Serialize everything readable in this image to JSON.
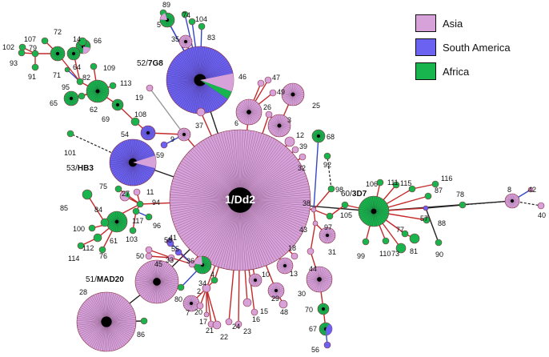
{
  "legend": [
    {
      "label": "Asia",
      "color": "#d7a1da"
    },
    {
      "label": "South America",
      "color": "#6b62f2"
    },
    {
      "label": "Africa",
      "color": "#18b44e"
    }
  ],
  "center_label": "1/Dd2",
  "named_haplotypes": [
    {
      "num": "52",
      "name": "7G8"
    },
    {
      "num": "53",
      "name": "HB3"
    },
    {
      "num": "60",
      "name": "3D7"
    },
    {
      "num": "51",
      "name": "MAD20"
    }
  ],
  "node_labels": [
    "2",
    "3",
    "4",
    "5",
    "6",
    "7",
    "8",
    "9",
    "10",
    "11",
    "12",
    "13",
    "14",
    "15",
    "16",
    "17",
    "18",
    "19",
    "20",
    "21",
    "22",
    "23",
    "24",
    "25",
    "26",
    "27",
    "28",
    "29",
    "30",
    "31",
    "32",
    "33",
    "34",
    "35",
    "36",
    "37",
    "38",
    "39",
    "40",
    "41",
    "42",
    "43",
    "44",
    "45",
    "46",
    "47",
    "48",
    "49",
    "50",
    "54",
    "55",
    "56",
    "57",
    "58",
    "59",
    "61",
    "62",
    "64",
    "65",
    "66",
    "67",
    "68",
    "69",
    "70",
    "71",
    "72",
    "73",
    "74",
    "75",
    "76",
    "77",
    "78",
    "79",
    "80",
    "81",
    "82",
    "83",
    "84",
    "85",
    "86",
    "87",
    "88",
    "89",
    "90",
    "91",
    "92",
    "93",
    "94",
    "95",
    "96",
    "97",
    "98",
    "99",
    "100",
    "101",
    "102",
    "103",
    "104",
    "105",
    "106",
    "107",
    "108",
    "109",
    "110",
    "111",
    "112",
    "113",
    "114",
    "115",
    "116",
    "117"
  ]
}
